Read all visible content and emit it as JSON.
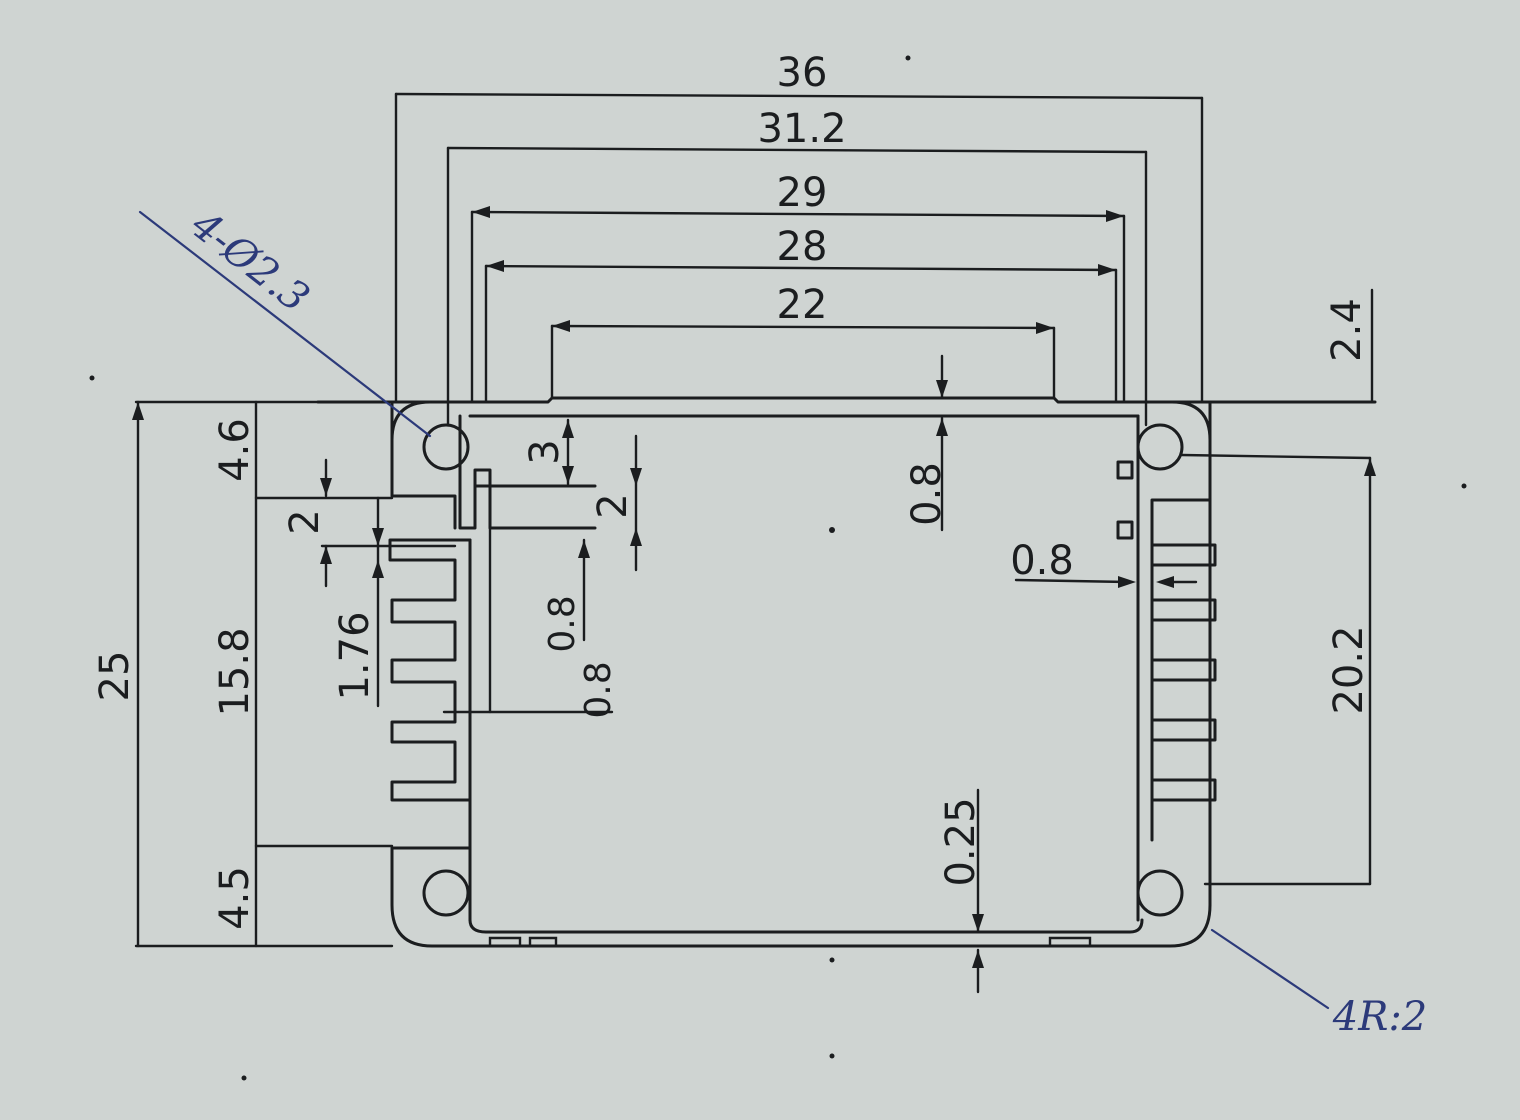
{
  "drawing": {
    "paper_color": "#cfd4d2",
    "line_color": "#1b1d1f",
    "pen_color": "#2c3a7a",
    "dimensions": {
      "overall_width": "36",
      "flange_width": "31.2",
      "outer_width": "29",
      "inner_width": "28",
      "slot_width": "22",
      "top_offset": "2.4",
      "overall_height": "25",
      "top_section": "4.6",
      "gap_2_left": "2",
      "mid_section": "15.8",
      "fin_pitch": "1.76",
      "bottom_section": "4.5",
      "slot_depth": "3",
      "rail_2": "2",
      "wall_left": "0.8",
      "wall_left_b": "0.8",
      "top_wall": "0.8",
      "right_wall": "0.8",
      "hole_spacing": "20.2",
      "bottom_wall": "0.25"
    },
    "notes": {
      "holes": "4-Ø2.3",
      "radius": "4R:2"
    }
  }
}
